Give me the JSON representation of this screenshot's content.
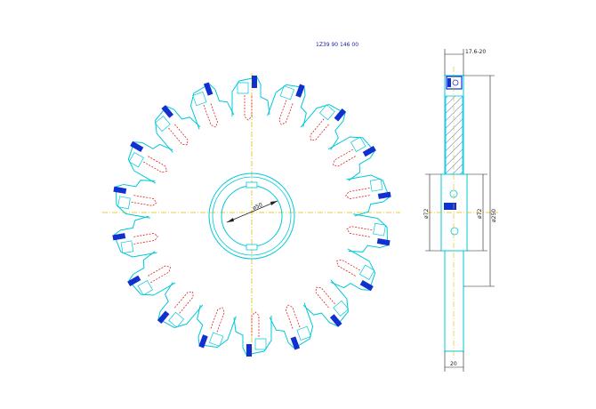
{
  "drawing": {
    "part_number": "1Z39 90 146 00",
    "bore_label": "ø50",
    "dim_top": "17.6-20",
    "dim_bottom": "20",
    "dim_hub_left": "ø72",
    "dim_hub_right": "ø72",
    "dim_outer": "ø250",
    "teeth_count": 18,
    "colors": {
      "outline": "#00c8d8",
      "insert": "#1030d0",
      "screw": "#e02020",
      "centerline": "#e0c000",
      "dimension": "#202020",
      "hatch": "#2040c0",
      "title": "#1a1aa0"
    }
  }
}
